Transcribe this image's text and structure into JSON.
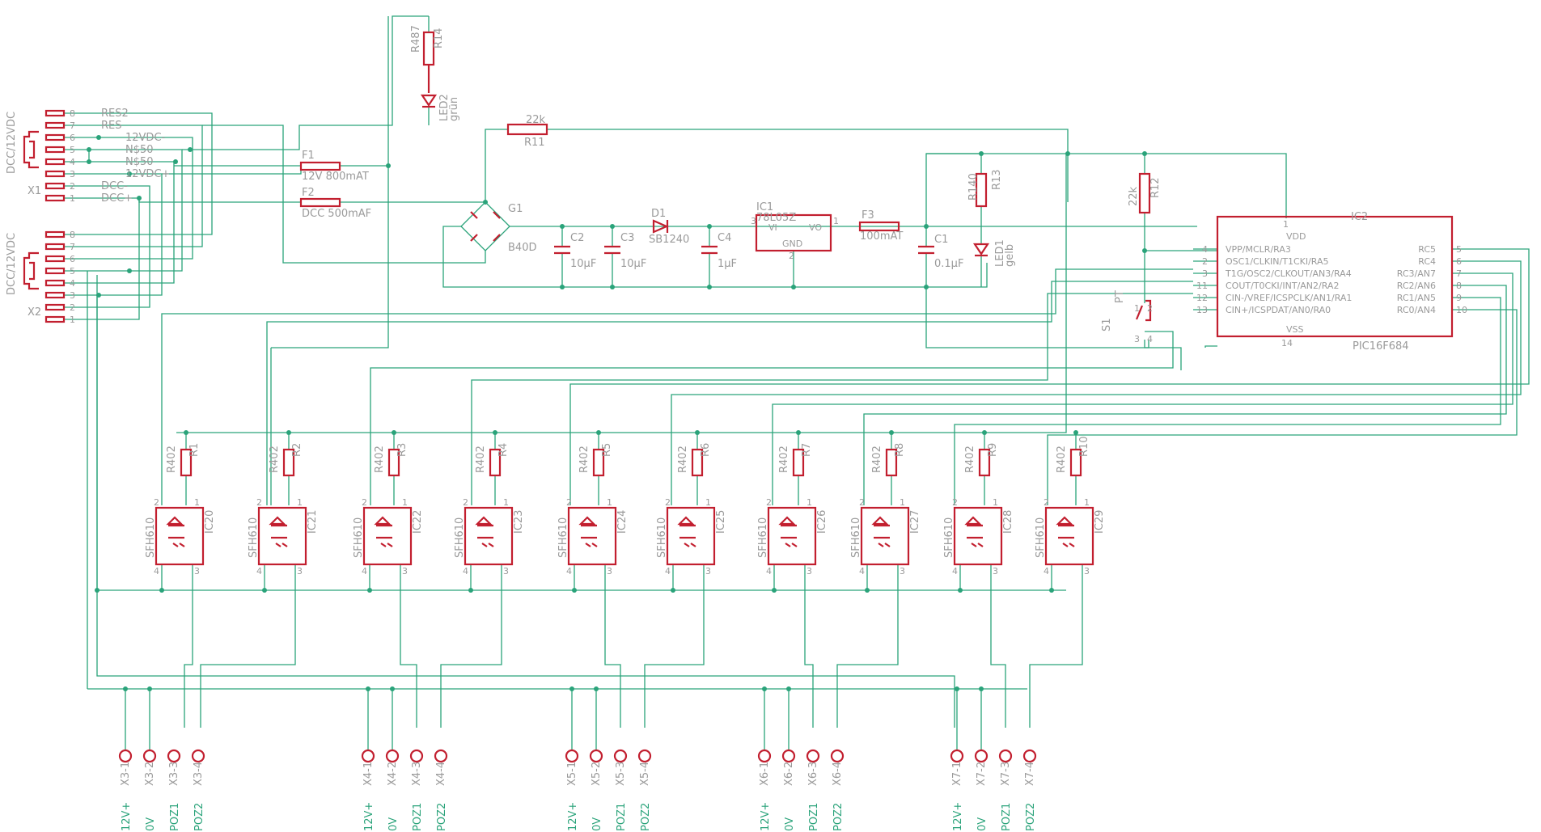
{
  "connectors": {
    "x1": {
      "name": "X1",
      "type": "DCC/12VDC",
      "pins": [
        "8",
        "7",
        "6",
        "5",
        "4",
        "3",
        "2",
        "1"
      ],
      "nets": [
        "RES2",
        "RES",
        "12VDC-",
        "N$50",
        "N$50",
        "12VDC+",
        "DCC-",
        "DCC+"
      ]
    },
    "x2": {
      "name": "X2",
      "type": "DCC/12VDC",
      "pins": [
        "8",
        "7",
        "6",
        "5",
        "4",
        "3",
        "2",
        "1"
      ]
    }
  },
  "parts": {
    "r14": {
      "name": "R14",
      "value": "R487"
    },
    "led2": {
      "name": "LED2",
      "value": "grün"
    },
    "r11": {
      "name": "R11",
      "value": "22k"
    },
    "f1": {
      "name": "F1",
      "value": "12V 800mAT"
    },
    "f2": {
      "name": "F2",
      "value": "DCC 500mAF"
    },
    "g1": {
      "name": "G1",
      "value": "B40D"
    },
    "c2": {
      "name": "C2",
      "value": "10µF"
    },
    "c3": {
      "name": "C3",
      "value": "10µF"
    },
    "d1": {
      "name": "D1",
      "value": "SB1240"
    },
    "c4": {
      "name": "C4",
      "value": "1µF"
    },
    "ic1": {
      "name": "IC1",
      "value": "78L05Z",
      "pin_vi": "VI",
      "pin_vo": "VO",
      "pin_gnd": "GND"
    },
    "f3": {
      "name": "F3",
      "value": "100mAT"
    },
    "c1": {
      "name": "C1",
      "value": "0.1µF"
    },
    "r13": {
      "name": "R13",
      "value": "R140"
    },
    "led1": {
      "name": "LED1",
      "value": "gelb"
    },
    "r12": {
      "name": "R12",
      "value": "22k"
    },
    "s1": {
      "name": "S1",
      "value": "PT"
    },
    "ic2": {
      "name": "IC2",
      "value": "PIC16F684",
      "vdd": "VDD",
      "vss": "VSS",
      "left_pins": [
        {
          "num": "4",
          "label": "VPP/MCLR/RA3"
        },
        {
          "num": "2",
          "label": "OSC1/CLKIN/T1CKI/RA5"
        },
        {
          "num": "3",
          "label": "T1G/OSC2/CLKOUT/AN3/RA4"
        },
        {
          "num": "11",
          "label": "COUT/T0CKI/INT/AN2/RA2"
        },
        {
          "num": "12",
          "label": "CIN-/VREF/ICSPCLK/AN1/RA1"
        },
        {
          "num": "13",
          "label": "CIN+/ICSPDAT/AN0/RA0"
        }
      ],
      "right_pins": [
        {
          "num": "5",
          "label": "RC5"
        },
        {
          "num": "6",
          "label": "RC4"
        },
        {
          "num": "7",
          "label": "RC3/AN7"
        },
        {
          "num": "8",
          "label": "RC2/AN6"
        },
        {
          "num": "9",
          "label": "RC1/AN5"
        },
        {
          "num": "10",
          "label": "RC0/AN4"
        }
      ]
    }
  },
  "resistor_value": "R402",
  "optocoupler_value": "SFH610",
  "resistors": [
    "R1",
    "R2",
    "R3",
    "R4",
    "R5",
    "R6",
    "R7",
    "R8",
    "R9",
    "R10"
  ],
  "optocouplers": [
    "IC20",
    "IC21",
    "IC22",
    "IC23",
    "IC24",
    "IC25",
    "IC26",
    "IC27",
    "IC28",
    "IC29"
  ],
  "terminals": [
    {
      "names": [
        "X3-1",
        "X3-2",
        "X3-3",
        "X3-4"
      ]
    },
    {
      "names": [
        "X4-1",
        "X4-2",
        "X4-3",
        "X4-4"
      ]
    },
    {
      "names": [
        "X5-1",
        "X5-2",
        "X5-3",
        "X5-4"
      ]
    },
    {
      "names": [
        "X6-1",
        "X6-2",
        "X6-3",
        "X6-4"
      ]
    },
    {
      "names": [
        "X7-1",
        "X7-2",
        "X7-3",
        "X7-4"
      ]
    }
  ],
  "terminal_signals": [
    "12V+",
    "0V",
    "POZ1",
    "POZ2"
  ],
  "colors": {
    "wire": "#2aa37a",
    "part": "#c21f2f",
    "label": "#9a9a9a"
  }
}
